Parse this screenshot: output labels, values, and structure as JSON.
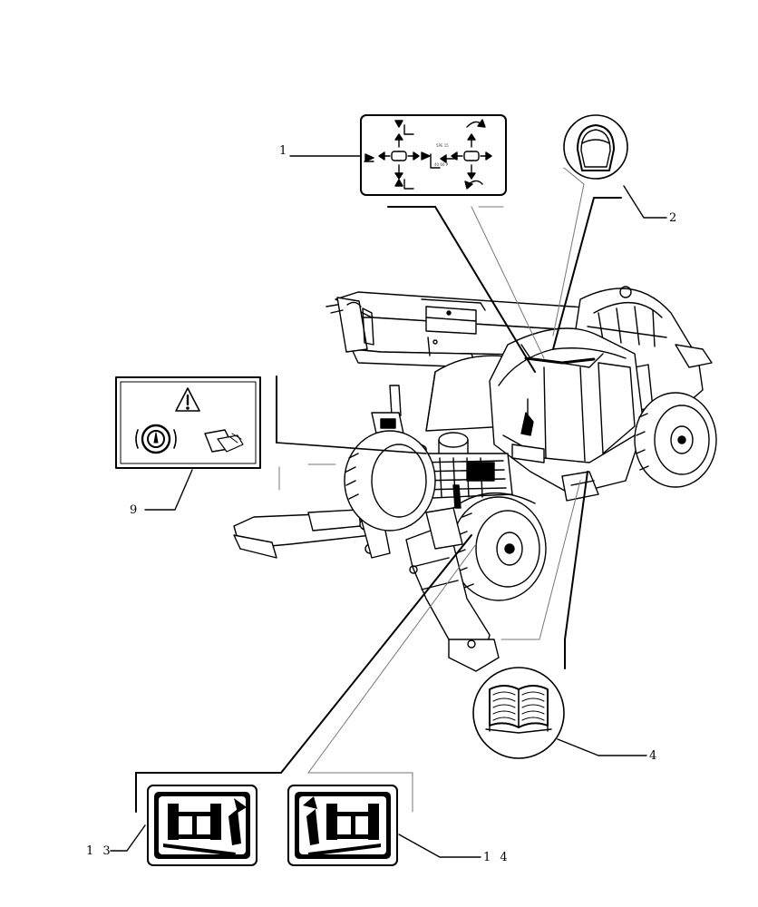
{
  "callouts": [
    {
      "id": "1",
      "label": "1"
    },
    {
      "id": "2",
      "label": "2"
    },
    {
      "id": "4",
      "label": "4"
    },
    {
      "id": "9",
      "label": "9"
    },
    {
      "id": "13",
      "label": "1 3"
    },
    {
      "id": "14",
      "label": "1 4"
    }
  ],
  "decal_1_tiny_text": [
    "5PE 15",
    "40 60 P"
  ],
  "colors": {
    "line": "#000000",
    "background": "#ffffff",
    "guide": "#777777"
  },
  "icons": {
    "decal_1": "joystick-controls-icon",
    "decal_2": "helmet-icon",
    "decal_4": "manual-book-icon",
    "decal_9": "warning-triangle-icon",
    "decal_13": "steering-mode-icon",
    "decal_14": "crab-steering-icon"
  }
}
